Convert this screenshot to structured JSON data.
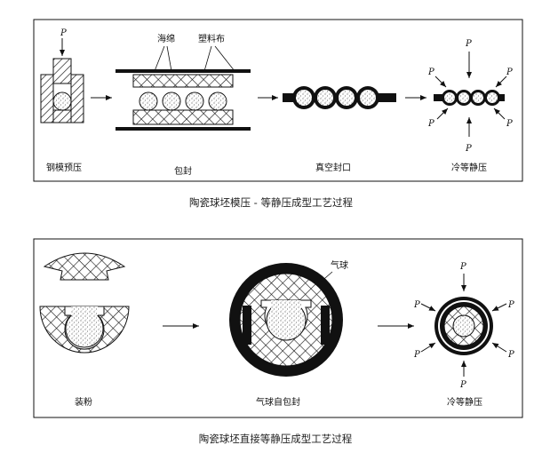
{
  "panel1": {
    "p_label": "P",
    "sponge_label": "海绵",
    "plastic_label": "塑料布",
    "steps": [
      "钢模预压",
      "包封",
      "真空封口",
      "冷等静压"
    ],
    "caption": "陶瓷球坯模压 - 等静压成型工艺过程"
  },
  "panel2": {
    "balloon_label": "气球",
    "p_label": "P",
    "steps": [
      "装粉",
      "气球自包封",
      "冷等静压"
    ],
    "caption": "陶瓷球坯直接等静压成型工艺过程"
  }
}
